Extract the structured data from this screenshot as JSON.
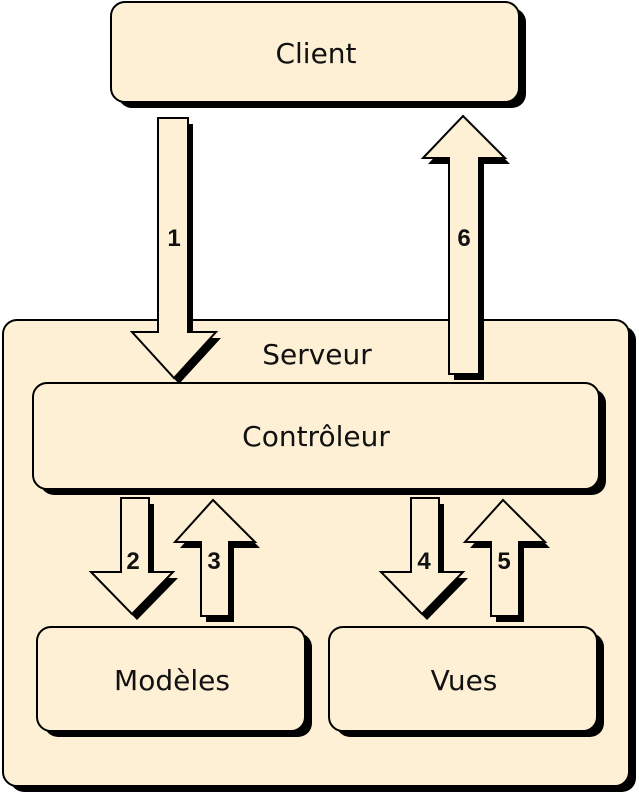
{
  "colors": {
    "fill": "#fdf0d5",
    "stroke": "#000000",
    "shadow": "#000000"
  },
  "boxes": {
    "client": "Client",
    "server": "Serveur",
    "controller": "Contrôleur",
    "models": "Modèles",
    "views": "Vues"
  },
  "arrows": {
    "client_to_controller": "1",
    "controller_to_models": "2",
    "models_to_controller": "3",
    "controller_to_views": "4",
    "views_to_controller": "5",
    "controller_to_client": "6"
  }
}
